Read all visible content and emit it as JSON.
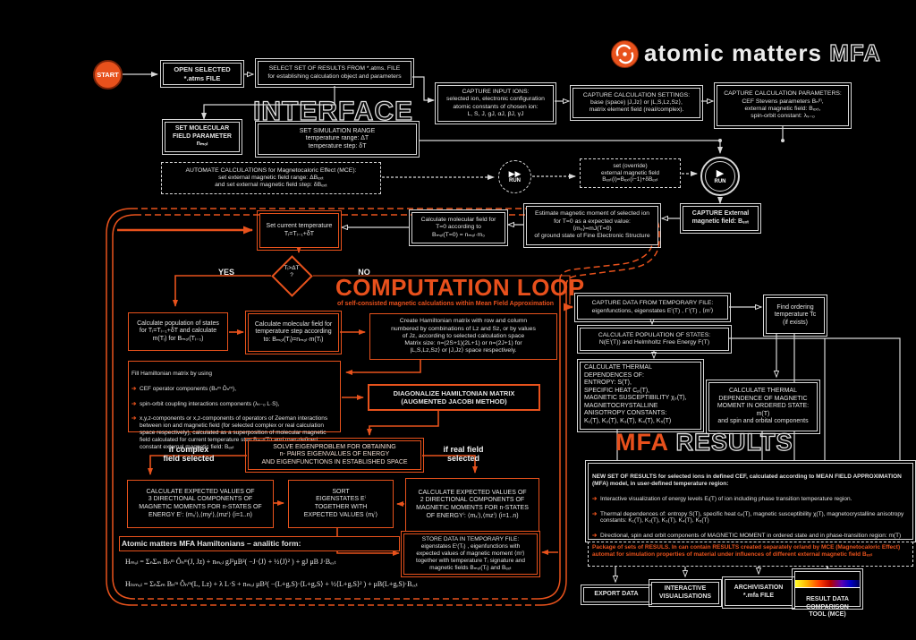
{
  "logo": {
    "brand": "atomic matters",
    "suffix": "MFA"
  },
  "glyphs": {
    "bullet": "➔",
    "play": "▶",
    "ff": "▶▶",
    "q": "?"
  },
  "interface": {
    "title": "INTERFACE",
    "start": "START",
    "run": "RUN",
    "open_file": "OPEN SELECTED\n*.atms FILE",
    "select_results": "SELECT SET OF RESULTS FROM *.atms. FILE\nfor establishing calculation object and parameters",
    "set_molecular": "SET MOLECULAR\nFIELD PARAMETER\nnₘₒₗ",
    "set_range": "SET SIMULATION RANGE\ntemperature range:  ΔT\ntemperature step: δT",
    "capture_ions": "CAPTURE INPUT IONS:\nselected ion, electronic configuration\natomic constants of chosen ion:\nL, S, J, gJ, αJ, βJ, γJ",
    "capture_settings": "CAPTURE CALCULATION SETTINGS:\nbase (space) |J,Jz⟩ or |L,S,Lz,Sz⟩,\nmatrix element field (real/complex).",
    "capture_params": "CAPTURE CALCULATION PARAMETERS:\nCEF Stevens parameters Bₙᵐ,\nexternal magnetic field: Bₑₓₜ,\nspin-orbit constant: λₛ₋ₒ",
    "mce_automate": "AUTOMATE CALCULATIONS for Magnetocaloric Effect (MCE):\nset external magnetic field range:  ΔBₑₓₜ\nand set external magnetic field step:  δBₑₓₜ",
    "override_field": "set (override)\nexternal magnetic field\nBₑₓₜ(i)=Bₑₓₜ(i−1)+δBₑₓₜ",
    "capture_ext_field": "CAPTURE External\nmagnetic field: Bₑₓₜ",
    "estimate_moment": "Estimate magnetic moment of selected ion\nfor T=0 as a expected value:\n⟨m₀⟩=mJ(T=0)\nof ground state of Fine Electronic Structure",
    "calc_molecular_t0": "Calculate molecular field for\nT=0 according to\nBₘₒₗ(T=0) = nₘₒₗ·m₀"
  },
  "loop": {
    "title": "COMPUTATION LOOP",
    "subtitle": "of self-consisted magnetic calculations within Mean Field Approximation",
    "set_current_temp": "Set current temperature\nTᵢ=Tᵢ₋₁+δT",
    "condition": "Tᵢ>ΔT",
    "yes": "YES",
    "no": "NO",
    "calc_population": "Calculate population of states\nfor Tᵢ=Tᵢ₋₁+δT and calculate\nm(Tᵢ) for Bₘₒₗ(Tᵢ₋₁)",
    "calc_molecular_step": "Calculate molecular field for\ntemperature step according\nto:    Bₘₒₗ(Tᵢ)=nₘₒₗ·m(Tᵢ)",
    "create_matrix": "Create Hamiltonian matrix with row and column\nnumbered by combinations of Lz and Sz, or by values\nof Jz, according to selected calculation space\nMatrix size: n=(2S+1)(2L+1) or n=(2J+1) for\n|L,S,Lz,Sz⟩ or |J,Jz⟩ space respectively.",
    "fill_title": "Fill Hamiltonian matrix by using",
    "fill_bullets": [
      "CEF operator components  (Bₙᵐ Ôₙᵐ),",
      "spin-orbit coupling interactions components (λₛ₋ₒ L·S),",
      "x,y,z-components or x,z-components of operators of Zeeman interactions between ion and magnetic field (for selected complex or real calculation space respectively), calculated as a superposition of molecular magnetic field calculated for current temperature step Bₘₒₗ(Tᵢ) and user-defined constant external magnetic field: Bₑₓₜ"
    ],
    "diagonalize": "DIAGONALIZE HAMILTONIAN MATRIX\n(AUGMENTED JACOBI METHOD)",
    "solve": "SOLVE EIGENPROBLEM FOR OBTAINING\nn- PAIRS EIGENVALUES OF ENERGY\nAND EIGENFUNCTIONS IN ESTABLISHED SPACE",
    "if_complex": "if complex\nfield selected",
    "if_real": "if real field\nselected",
    "calc3": "CALCULATE EXPECTED VALUES OF\n3 DIRECTIONAL COMPONENTS OF\nMAGNETIC MOMENTS FOR n-STATES OF\nENERGY  Eⁱ: ⟨mₓⁱ⟩,⟨myⁱ⟩,⟨mzⁱ⟩ (i=1..n)",
    "sort": "SORT\nEIGENSTATES  Eⁱ\nTOGETHER WITH\nEXPECTED VALUES ⟨mⱼⁱ⟩",
    "calc2": "CALCULATE EXPECTED VALUES OF\n2 DIRECTIONAL COMPONENTS OF\nMAGNETIC MOMENTS FOR n-STATES\nOF ENERGYⁱ: ⟨mₓⁱ⟩,⟨mzⁱ⟩ (i=1..n)",
    "store": "STORE DATA IN TEMPORARY FILE:\neigenstates Eⁱ(Tᵢ) , eigenfunctions with\nexpected values of magnetic moment ⟨mⁱ⟩\ntogether with temperature Tᵢ signature and\nmagnetic fields Bₘₒₗ(Tᵢ) and Bₑₓₜ",
    "ham_header": "Atomic matters MFA Hamiltonians – analitic form:",
    "eq1": "Hₘₒₗ = ΣₙΣₘ Bₙᵐ Ôₙᵐ(J, Jz) + nₘₒₗ gJ²μB²( −J·⟨J⟩ + ½⟨J⟩² ) + gJ μB J·Bₑₓₜ",
    "eq2": "Hₗₛₘₒₗ = ΣₙΣₘ Bₙᵐ Ôₙᵐ(L, Lz) + λ L·S + nₘₒₗ μB²( −(L+gₑS)·⟨L+gₑS⟩ + ½⟨L+gₑS⟩² ) + μB(L+gₑS)·Bₑₓₜ"
  },
  "results": {
    "capture_temp_file": "CAPTURE DATA FROM TEMPORARY FILE:\neigenfunctions, eigenstates Eⁱ(T) , Γⁱ(T) , ⟨mⁱ⟩",
    "find_tc": "Find ordering\ntemperature Tc\n(if exists)",
    "calc_population": "CALCULATE POPULATION OF STATES:\nN(Eⁱ(T)) and Helmholtz Free Energy F(T)",
    "thermal_dep": "CALCULATE  THERMAL\nDEPENDENCES  OF:\nENTROPY: S(T),\nSPECIFIC HEAT Cₚ(T),\nMAGNETIC SUSCEPTIBILITY χ₀(T),\nMAGNETOCRYSTALLINE\nANISOTROPY CONSTANTS:\nK₁(T), K₂(T), K₃(T), K₄(T), K₅(T)",
    "moment_ordered": "CALCULATE THERMAL\nDEPENDENCE OF MAGNETIC\nMOMENT IN ORDERED STATE:\nm(T)\nand spin and orbital components",
    "title_mfa": "MFA",
    "title_results": "RESULTS",
    "new_set_title": "NEW SET OF RESULTS for selected ions in defined CEF, calculated according to MEAN FIELD APPROXIMATION (MFA) model, in user-defined temperature region:",
    "bullets": [
      "Interactive visualization of energy levels Eᵢ(T) of ion including phase transition temperature region.",
      "Thermal dependences of: entropy S(T), specific heat cₚ(T), magnetic susceptibility χ(T), magnetocrystalline anisotropy constants: K₁(T), K₂(T), K₃(T), K₄(T), K₅(T)",
      "Directional, spin and orbit components of MAGNETIC MOMENT in ordered state and in phase-transition region: m(T)"
    ],
    "package_note": "Package of sets of RESULS. In can contain RESULTS created separately or/and by MCE (Magnetocaloric Effect) automat for simulation properties of material under influences of different external magnetic field Bₑₓₜ",
    "buttons": {
      "export": "EXPORT  DATA",
      "visual": "INTERACTIVE\nVISUALISATIONS",
      "archive": "ARCHIVISATION\n*.mfa FILE",
      "compare": "RESULT DATA\nCOMPARISON\nTOOL (MCE)"
    }
  }
}
